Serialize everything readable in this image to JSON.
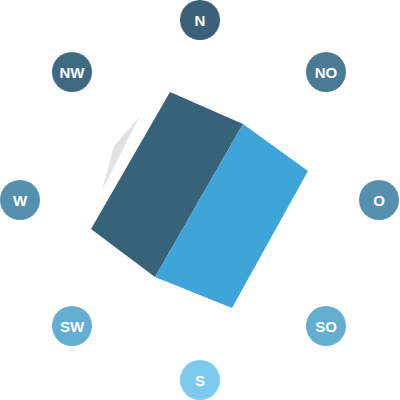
{
  "diagram": {
    "nodes": [
      {
        "text": [
          "N"
        ]
      },
      {
        "text": [
          "NO"
        ]
      },
      {
        "text": [
          "O"
        ]
      },
      {
        "text": [
          "SO"
        ]
      },
      {
        "text": [
          "S"
        ]
      },
      {
        "text": [
          "SW"
        ]
      },
      {
        "text": [
          "W"
        ]
      },
      {
        "text": [
          "NW"
        ]
      }
    ]
  }
}
